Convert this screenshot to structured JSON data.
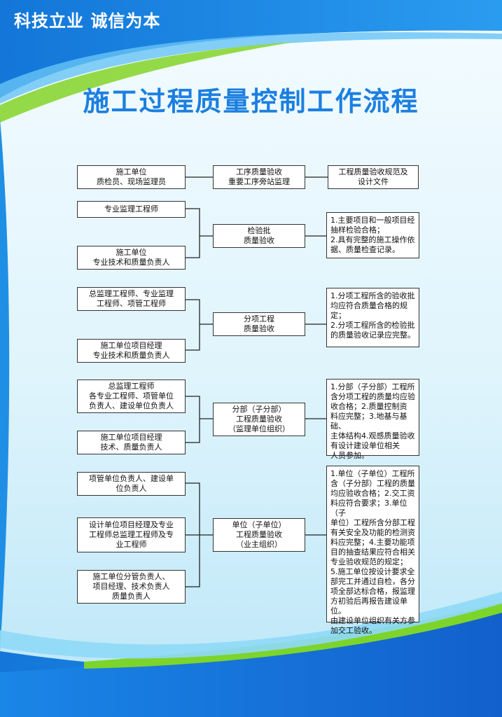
{
  "slogan": "科技立业  诚信为本",
  "title": "施工过程质量控制工作流程",
  "colors": {
    "primary_blue": "#1f8fe6",
    "title_blue": "#1c7fe0",
    "panel_light": "#e9f7fd",
    "accent_green": "#7dd42a"
  },
  "stages": [
    {
      "left": [
        "施工单位\n质检员、现场监理员"
      ],
      "middle": "工序质量验收\n重要工序旁站监理",
      "note": "工程质量验收规范及\n设计文件"
    },
    {
      "left": [
        "专业监理工程师",
        "施工单位\n专业技术和质量负责人"
      ],
      "middle": "检验批\n质量验收",
      "note": "1.主要项目和一般项目经\n抽样检验合格；\n2.具有完整的施工操作依\n据、质量检查记录。"
    },
    {
      "left": [
        "总监理工程师、专业监理\n工程师、项管工程师",
        "施工单位项目经理\n专业技术和质量负责人"
      ],
      "middle": "分项工程\n质量验收",
      "note": "1.分项工程所含的验收批\n均应符合质量合格的规定；\n2.分项工程所含的检验批\n的质量验收记录应完整。"
    },
    {
      "left": [
        "总监理工程师\n各专业工程师、项管单位\n负责人、建设单位负责人",
        "施工单位项目经理\n技术、质量负责人"
      ],
      "middle": "分部（子分部）\n工程质量验收\n（监理单位组织）",
      "note": "1.分部（子分部）工程所\n含分项工程的质量均应验\n收合格；2.质量控制资\n料应完整；3.地基与基础、\n主体结构4.观感质量验收\n有设计建设单位相关\n人员参加。"
    },
    {
      "left": [
        "项管单位负责人、建设单\n位负责人",
        "设计单位项目经理及专业\n工程师总监理工程师及专\n业工程师",
        "施工单位分管负责人、\n项目经理、技术负责人\n质量负责人"
      ],
      "middle": "单位（子单位）\n工程质量验收\n（业主组织）",
      "note": "1.单位（子单位）工程所\n含（子分部）工程的质量\n均应验收合格；2.交工资\n料应符合要求；3.单位（子\n单位）工程所含分部工程\n有关安全及功能的检测资\n料应完整；4.主要功能项\n目的抽查结果应符合相关\n专业验收规范的规定；\n5.施工单位按设计要求全\n部完工并通过自检，各分\n项全部达标合格，报监理\n方初验后再报告建设单位。\n由建设单位组织有关方参\n加交工验收。"
    }
  ]
}
